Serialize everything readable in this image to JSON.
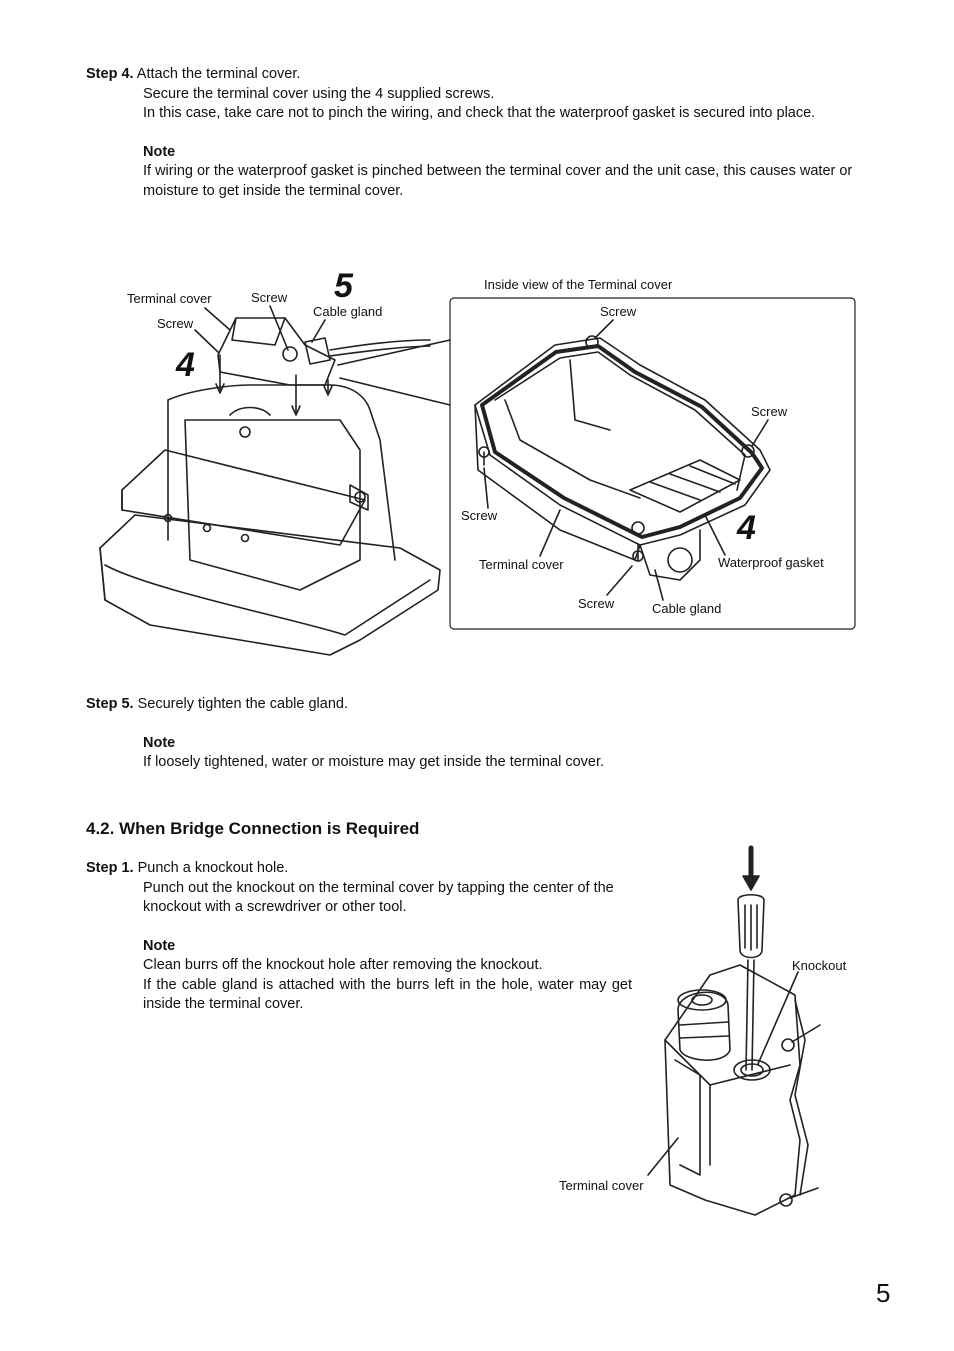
{
  "step4": {
    "label": "Step 4.",
    "title": "Attach the terminal cover.",
    "line1": "Secure the terminal cover using the 4 supplied screws.",
    "line2": "In this case, take care not to pinch the wiring, and check that the waterproof gasket is secured into place.",
    "note_heading": "Note",
    "note_text": "If wiring or the waterproof gasket is pinched between the terminal cover and the unit case, this causes water or moisture to get inside the terminal cover."
  },
  "figure1": {
    "left_labels": {
      "terminal_cover": "Terminal cover",
      "screw_top": "Screw",
      "screw_left": "Screw",
      "cable_gland": "Cable gland",
      "step_num_5": "5",
      "step_num_4": "4"
    },
    "inset": {
      "title": "Inside view of the Terminal cover",
      "screw_top": "Screw",
      "screw_right": "Screw",
      "screw_left": "Screw",
      "terminal_cover": "Terminal cover",
      "screw_bottom": "Screw",
      "cable_gland": "Cable gland",
      "waterproof_gasket": "Waterproof gasket",
      "step_num_4": "4"
    }
  },
  "step5": {
    "label": "Step 5.",
    "title": "Securely tighten the cable gland.",
    "note_heading": "Note",
    "note_text": "If loosely tightened, water or moisture may get inside the terminal cover."
  },
  "section": {
    "heading": "4.2. When Bridge Connection is Required"
  },
  "step1": {
    "label": "Step 1.",
    "title": "Punch a knockout hole.",
    "text": "Punch out the knockout on the terminal cover by tapping the center of the knockout with a screwdriver or other tool.",
    "note_heading": "Note",
    "note_line1": "Clean burrs off the knockout hole after removing the knockout.",
    "note_line2": "If the cable gland is attached with the burrs left in the hole, water may get inside the terminal cover."
  },
  "figure2": {
    "knockout": "Knockout",
    "terminal_cover": "Terminal cover"
  },
  "page_number": "5"
}
